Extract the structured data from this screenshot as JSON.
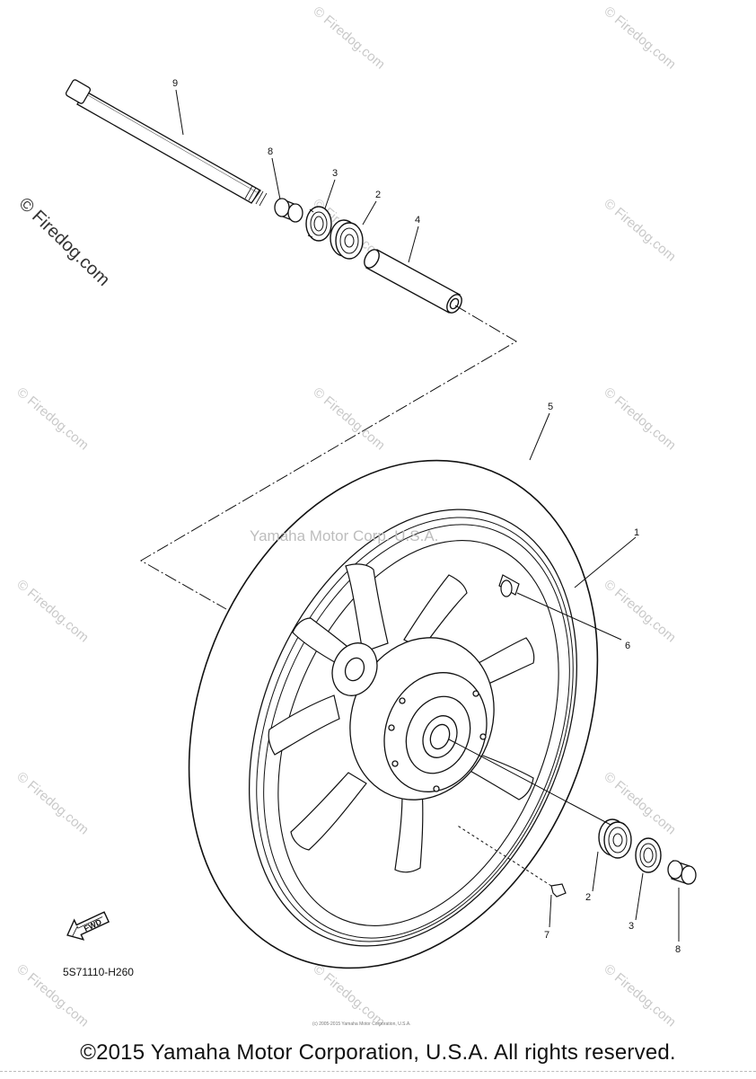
{
  "watermark_text": "© Firedog.com",
  "center_watermark": "Yamaha Motor Corp. U.S.A.",
  "part_number": "5S71110-H260",
  "fwd_label": "FWD",
  "tiny_copyright": "(c) 2005-2015 Yamaha Motor Corporation, U.S.A.",
  "footer": "©2015 Yamaha Motor Corporation, U.S.A. All rights reserved.",
  "callouts": {
    "c9": "9",
    "c8a": "8",
    "c3a": "3",
    "c2a": "2",
    "c4": "4",
    "c5": "5",
    "c1": "1",
    "c6": "6",
    "c2b": "2",
    "c3b": "3",
    "c7": "7",
    "c8b": "8"
  }
}
